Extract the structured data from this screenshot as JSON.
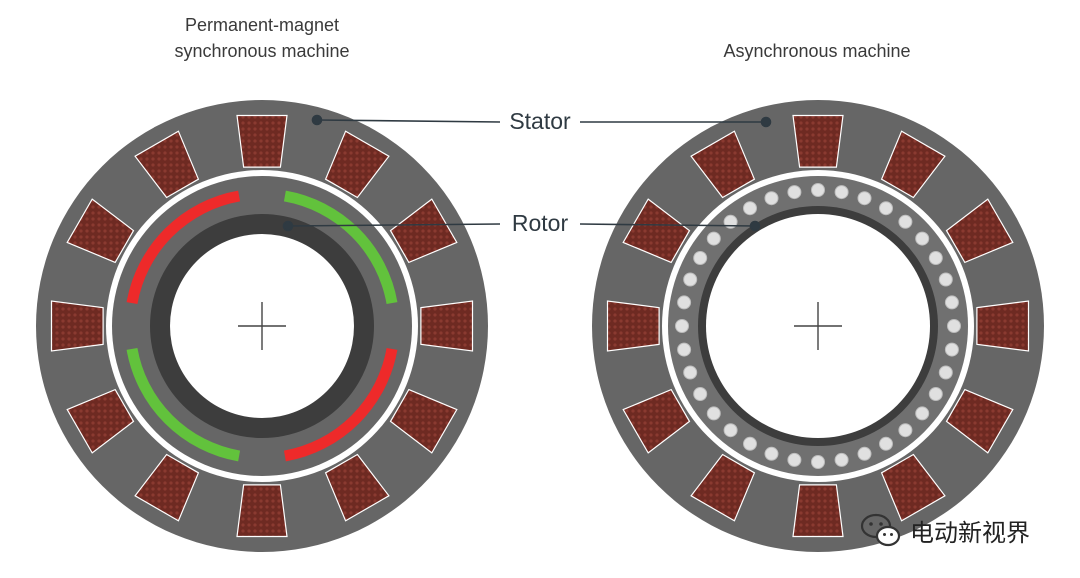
{
  "titles": {
    "pmsm_line1": "Permanent-magnet",
    "pmsm_line2": "synchronous machine",
    "async": "Asynchronous machine"
  },
  "labels": {
    "stator": "Stator",
    "rotor": "Rotor"
  },
  "watermark": {
    "text": "电动新视界",
    "icon": "wechat-icon"
  },
  "colors": {
    "steel": "#666666",
    "dark_ring": "#3d3d3d",
    "copper": "#6e2a22",
    "magnet_north": "#ee2a2a",
    "magnet_south": "#62c23c",
    "bars": "#e0e0e0",
    "text": "#2f3a42"
  }
}
